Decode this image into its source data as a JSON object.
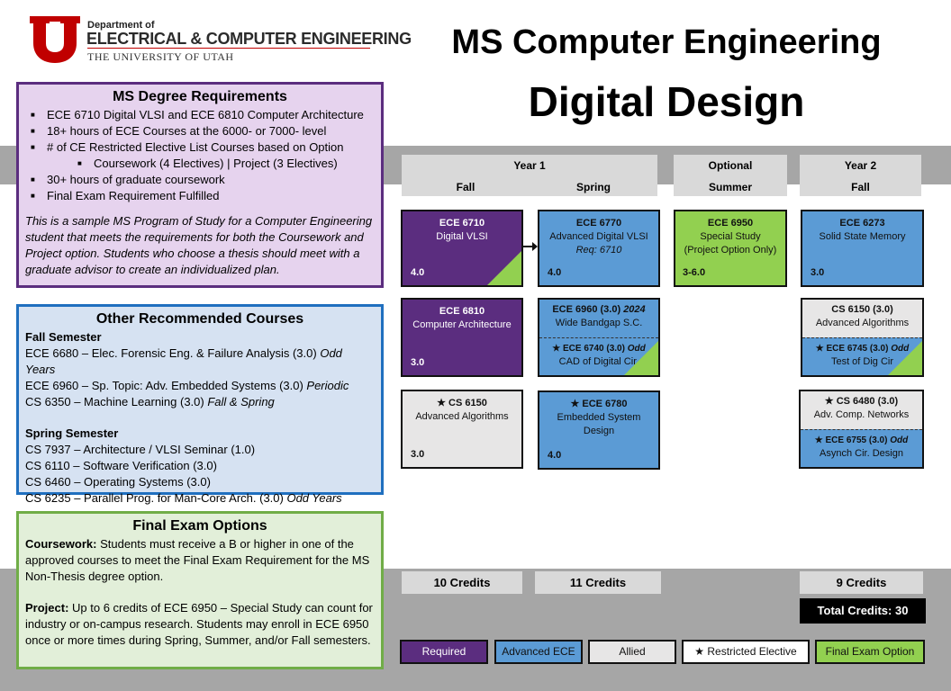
{
  "logo": {
    "line1": "Department of",
    "line2": "ELECTRICAL & COMPUTER ENGINEERING",
    "line3": "THE UNIVERSITY OF UTAH"
  },
  "title": {
    "line1": "MS Computer Engineering",
    "line2": "Digital Design"
  },
  "requirements": {
    "heading": "MS Degree Requirements",
    "items": [
      "ECE 6710  Digital VLSI and ECE 6810  Computer Architecture",
      "18+ hours of ECE Courses at the 6000-  or 7000-  level",
      "# of CE Restricted Elective List Courses based on Option",
      "Coursework (4 Electives) |  Project (3 Electives)",
      "30+ hours of graduate coursework",
      "Final Exam Requirement Fulfilled"
    ],
    "note": "This is a sample MS Program of Study for a Computer Engineering student that meets the requirements for both the Coursework and Project option. Students who choose a thesis should meet with a graduate advisor to create an individualized plan."
  },
  "other": {
    "heading": "Other Recommended Courses",
    "fall_heading": "Fall Semester",
    "fall": [
      {
        "text": "ECE 6680  – Elec. Forensic Eng. & Failure Analysis (3.0) ",
        "em": "Odd Years"
      },
      {
        "text": "ECE 6960  – Sp. Topic: Adv. Embedded Systems (3.0) ",
        "em": "Periodic"
      },
      {
        "text": "CS 6350  – Machine Learning (3.0) ",
        "em": "Fall & Spring"
      }
    ],
    "spring_heading": "Spring Semester",
    "spring": [
      {
        "text": "CS 7937  – Architecture / VLSI Seminar (1.0)",
        "em": ""
      },
      {
        "text": "CS 6110  – Software Verification (3.0)",
        "em": ""
      },
      {
        "text": "CS 6460  – Operating Systems (3.0)",
        "em": ""
      },
      {
        "text": "CS 6235  – Parallel Prog. for Man-Core Arch. (3.0) ",
        "em": "Odd Years"
      }
    ]
  },
  "final_exam": {
    "heading": "Final Exam Options",
    "coursework_label": "Coursework:",
    "coursework_text": " Students must receive a B or higher in one of the approved courses to meet the Final Exam Requirement for the MS Non-Thesis degree option.",
    "project_label": "Project:",
    "project_text": " Up to 6 credits of ECE 6950 – Special Study can count for industry or on-campus research. Students may enroll in ECE 6950 once or more times during Spring, Summer, and/or Fall semesters."
  },
  "headers": {
    "year1": "Year 1",
    "fall": "Fall",
    "spring": "Spring",
    "optional": "Optional",
    "summer": "Summer",
    "year2": "Year 2",
    "fall2": "Fall"
  },
  "courses": {
    "c6710": {
      "code": "ECE 6710",
      "name": "Digital VLSI",
      "credits": "4.0"
    },
    "c6770": {
      "code": "ECE 6770",
      "name": "Advanced Digital VLSI",
      "req": "Req: 6710",
      "credits": "4.0"
    },
    "c6950": {
      "code": "ECE 6950",
      "name": "Special Study",
      "name2": "(Project Option Only)",
      "credits": "3-6.0"
    },
    "c6273": {
      "code": "ECE 6273",
      "name": "Solid State Memory",
      "credits": "3.0"
    },
    "c6810": {
      "code": "ECE 6810",
      "name": "Computer Architecture",
      "credits": "3.0"
    },
    "c6960": {
      "code": "ECE 6960 (3.0) ",
      "code_em": "2024",
      "name": "Wide Bandgap S.C."
    },
    "c6740": {
      "code": "★ ECE 6740 (3.0) ",
      "code_em": "Odd",
      "name": "CAD of Digital Cir."
    },
    "c6150b": {
      "code": "CS 6150 (3.0)",
      "name": "Advanced Algorithms"
    },
    "c6745": {
      "code": "★ ECE 6745 (3.0) ",
      "code_em": "Odd",
      "name": "Test of Dig Cir"
    },
    "c6150": {
      "code": "★ CS 6150",
      "name": "Advanced Algorithms",
      "credits": "3.0"
    },
    "c6780": {
      "code": "★ ECE 6780",
      "name": "Embedded System",
      "name2": "Design",
      "credits": "4.0"
    },
    "c6480": {
      "code": "★ CS 6480 (3.0)",
      "name": "Adv. Comp. Networks"
    },
    "c6755": {
      "code": "★ ECE 6755 (3.0) ",
      "code_em": "Odd",
      "name": "Asynch Cir. Design"
    }
  },
  "credits": {
    "fall": "10 Credits",
    "spring": "11 Credits",
    "fall2": "9 Credits",
    "total": "Total Credits: 30"
  },
  "legend": {
    "required": "Required",
    "advanced": "Advanced ECE",
    "allied": "Allied",
    "restricted": "★ Restricted Elective",
    "final": "Final Exam Option"
  },
  "colors": {
    "required": "#5b2d7f",
    "advanced": "#5b9bd5",
    "allied": "#e7e6e6",
    "final": "#92d050",
    "utah_red": "#c00000"
  }
}
